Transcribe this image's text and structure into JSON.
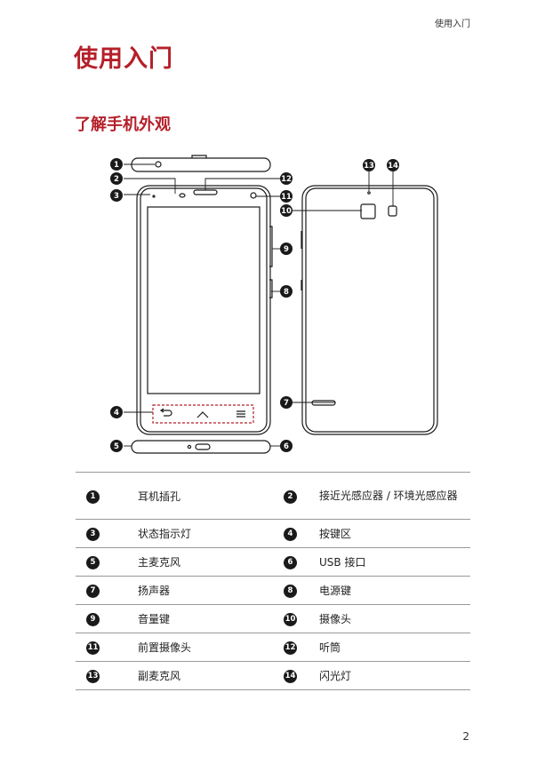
{
  "header": {
    "running_title": "使用入门"
  },
  "chapter_title": "使用入门",
  "section_title": "了解手机外观",
  "figure": {
    "callouts": [
      "1",
      "2",
      "3",
      "4",
      "5",
      "6",
      "7",
      "8",
      "9",
      "10",
      "11",
      "12",
      "13",
      "14"
    ]
  },
  "parts": [
    {
      "left": {
        "num": "1",
        "label": "耳机插孔"
      },
      "right": {
        "num": "2",
        "label": "接近光感应器 / 环境光感应器"
      }
    },
    {
      "left": {
        "num": "3",
        "label": "状态指示灯"
      },
      "right": {
        "num": "4",
        "label": "按键区"
      }
    },
    {
      "left": {
        "num": "5",
        "label": "主麦克风"
      },
      "right": {
        "num": "6",
        "label": "USB 接口"
      }
    },
    {
      "left": {
        "num": "7",
        "label": "扬声器"
      },
      "right": {
        "num": "8",
        "label": "电源键"
      }
    },
    {
      "left": {
        "num": "9",
        "label": "音量键"
      },
      "right": {
        "num": "10",
        "label": "摄像头"
      }
    },
    {
      "left": {
        "num": "11",
        "label": "前置摄像头"
      },
      "right": {
        "num": "12",
        "label": "听筒"
      }
    },
    {
      "left": {
        "num": "13",
        "label": "副麦克风"
      },
      "right": {
        "num": "14",
        "label": "闪光灯"
      }
    }
  ],
  "page_number": "2"
}
